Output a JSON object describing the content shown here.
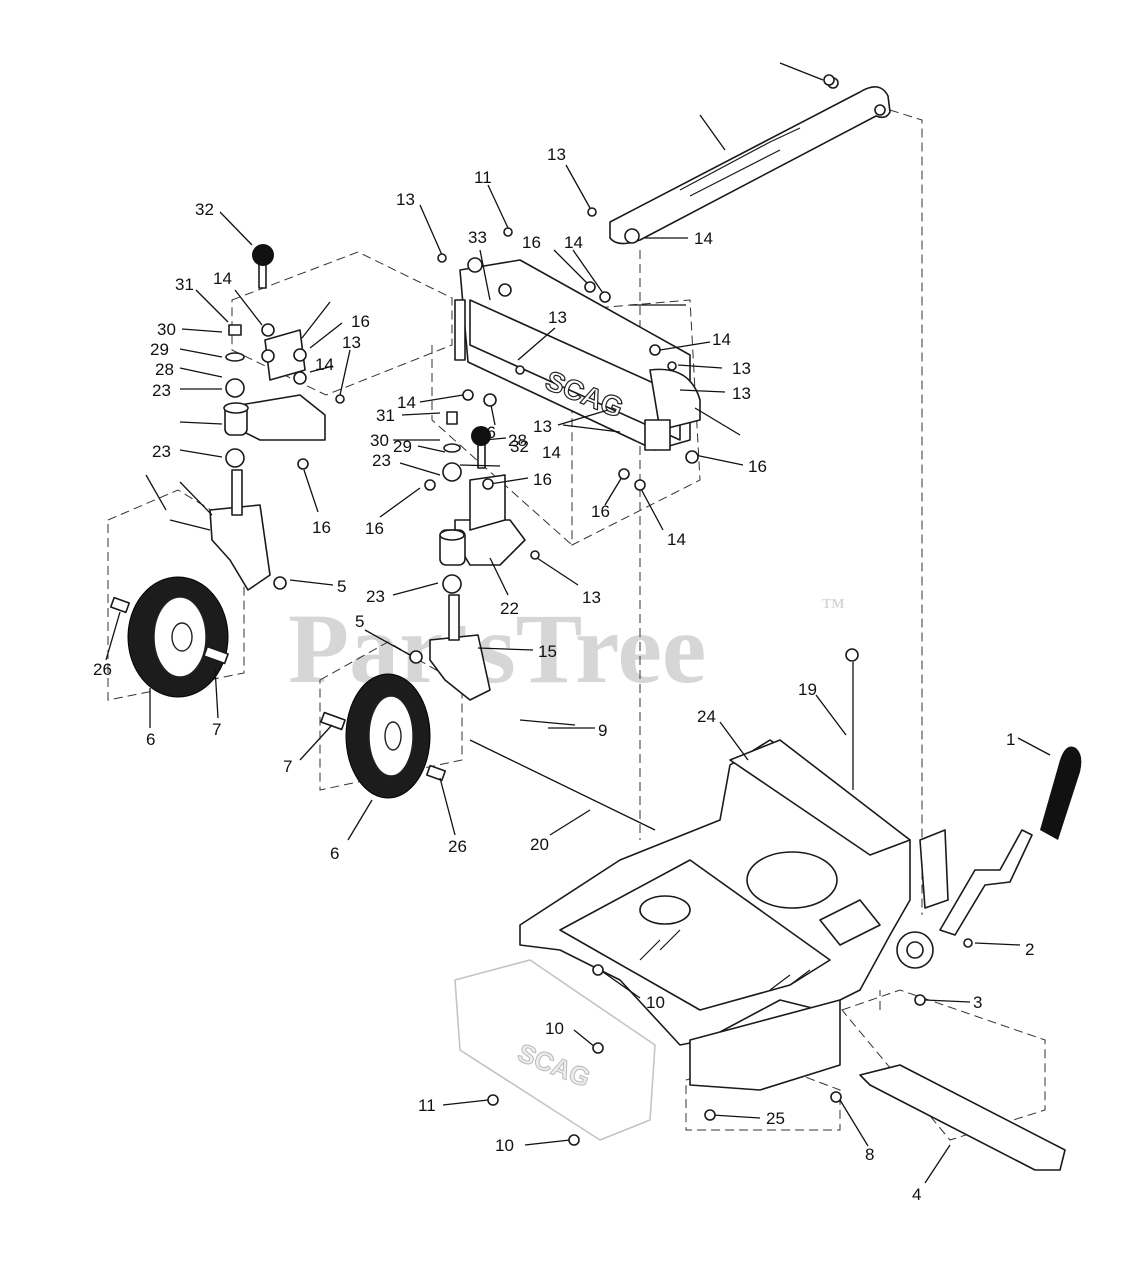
{
  "watermark": {
    "text": "PartsTree",
    "trademark": "TM"
  },
  "callouts": {
    "c1": "1",
    "c2": "2",
    "c3": "3",
    "c4": "4",
    "c5a": "5",
    "c5b": "5",
    "c6a": "6",
    "c6b": "6",
    "c7a": "7",
    "c7b": "7",
    "c8": "8",
    "c9": "9",
    "c10a": "10",
    "c10b": "10",
    "c10c": "10",
    "c11a": "11",
    "c11b": "11",
    "c13a": "13",
    "c13b": "13",
    "c13c": "13",
    "c13d": "13",
    "c13e": "13",
    "c13f": "13",
    "c13g": "13",
    "c13h": "13",
    "c14a": "14",
    "c14b": "14",
    "c14c": "14",
    "c14d": "14",
    "c14e": "14",
    "c14f": "14",
    "c14g": "14",
    "c14h": "14",
    "c15": "15",
    "c16a": "16",
    "c16b": "16",
    "c16c": "16",
    "c16d": "16",
    "c16e": "16",
    "c16f": "16",
    "c16g": "16",
    "c16h": "16",
    "c19": "19",
    "c20": "20",
    "c22": "22",
    "c23a": "23",
    "c23b": "23",
    "c23c": "23",
    "c23d": "23",
    "c24": "24",
    "c25": "25",
    "c26a": "26",
    "c26b": "26",
    "c28a": "28",
    "c28b": "28",
    "c29a": "29",
    "c29b": "29",
    "c30a": "30",
    "c30b": "30",
    "c31a": "31",
    "c31b": "31",
    "c32a": "32",
    "c32b": "32",
    "c33": "33"
  },
  "brand_stamp": "SCAG"
}
